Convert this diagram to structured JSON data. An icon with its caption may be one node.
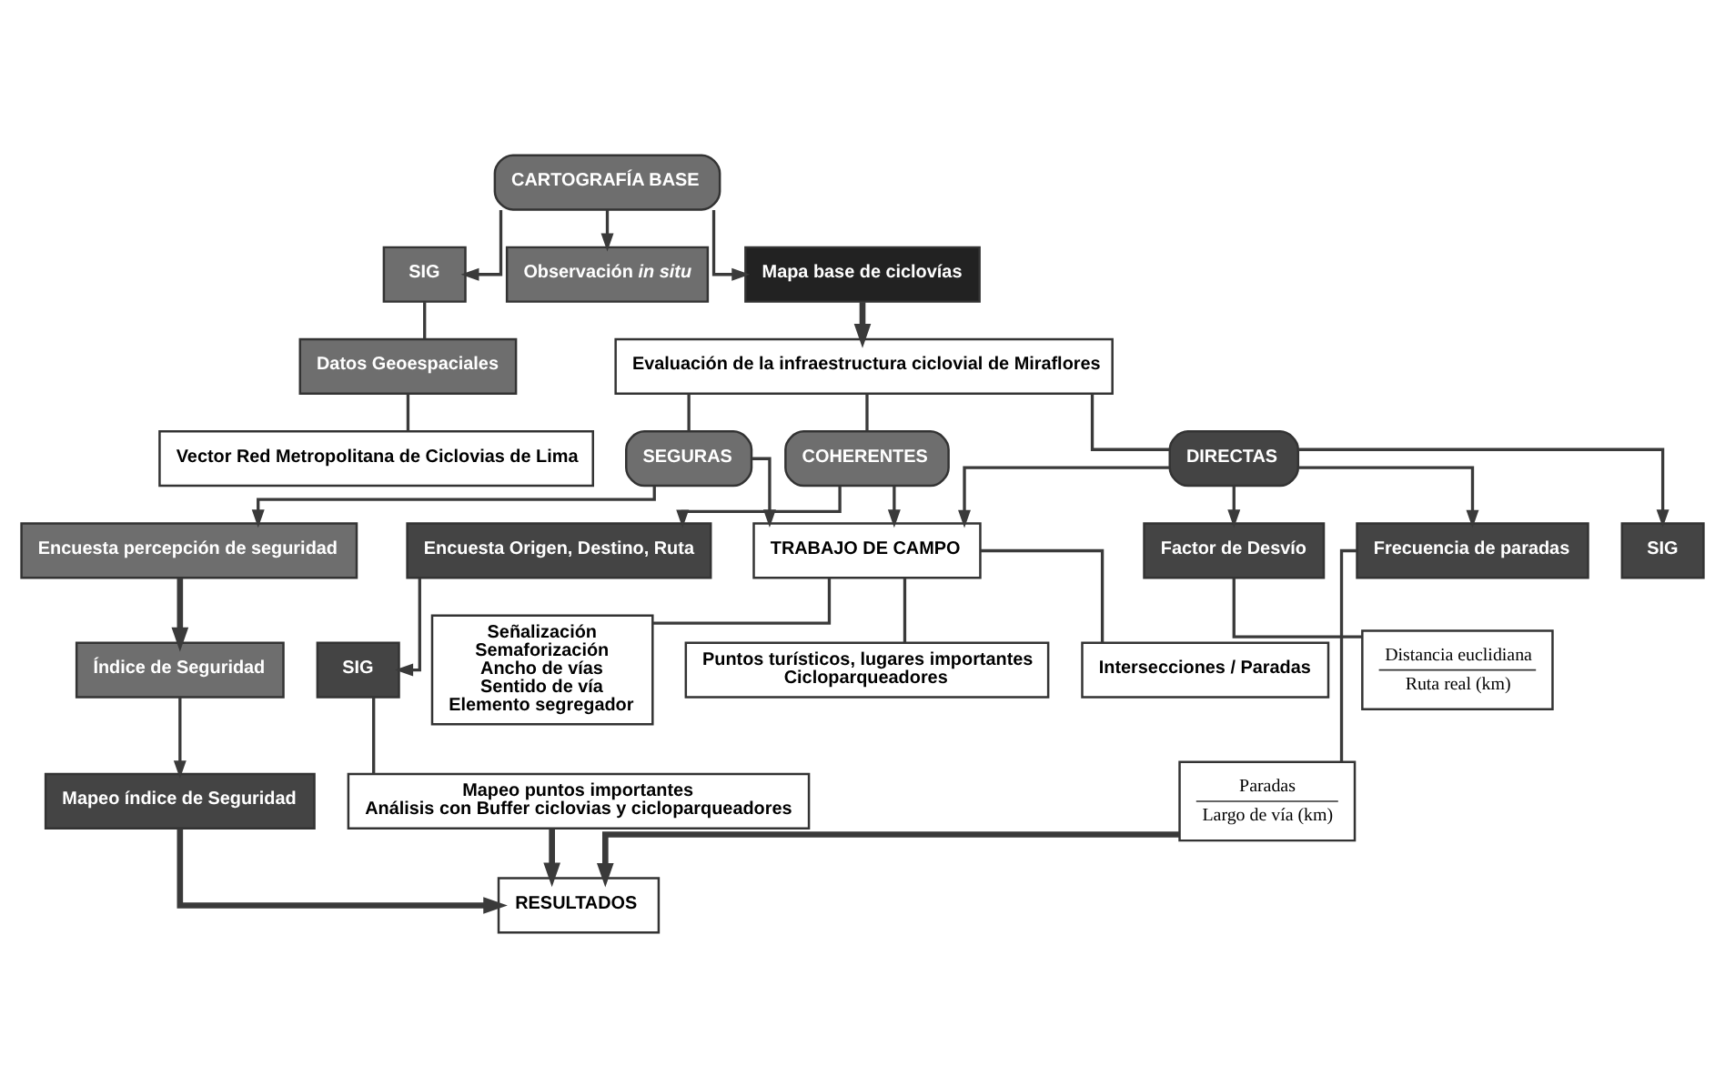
{
  "diagram": {
    "nodes": [
      {
        "text": [
          "CARTOGRAFÍA BASE"
        ]
      },
      {
        "text": [
          "SIG"
        ]
      },
      {
        "text": [
          "Datos Geoespaciales"
        ]
      },
      {
        "text": [
          "Vector Red Metropolitana de Ciclovias de Lima"
        ]
      },
      {
        "text": [
          "Observación *in situ*"
        ]
      },
      {
        "text": [
          "Mapa base de ciclovías"
        ]
      },
      {
        "text": [
          "Evaluación de la infraestructura ciclovial de Miraflores"
        ]
      },
      {
        "text": [
          "SEGURAS"
        ]
      },
      {
        "text": [
          "COHERENTES"
        ]
      },
      {
        "text": [
          "DIRECTAS"
        ]
      },
      {
        "text": [
          "TRABAJO DE CAMPO"
        ]
      },
      {
        "text": [
          "Señalización",
          "Semaforización",
          "Ancho de vías",
          "Sentido de vía",
          "Elemento segregador"
        ]
      },
      {
        "text": [
          "Puntos turísticos, lugares importantes",
          "Cicloparqueadores"
        ]
      },
      {
        "text": [
          "Intersecciones / Paradas"
        ]
      },
      {
        "text": [
          "SIG"
        ]
      },
      {
        "text": [
          "Encuesta percepción de seguridad"
        ]
      },
      {
        "text": [
          "Índice de Seguridad"
        ]
      },
      {
        "text": [
          "Mapeo índice de Seguridad"
        ]
      },
      {
        "text": [
          "Encuesta Origen, Destino, Ruta"
        ]
      },
      {
        "text": [
          "SIG"
        ]
      },
      {
        "text": [
          "Mapeo puntos importantes",
          "Análisis con Buffer ciclovias y cicloparqueadores"
        ]
      },
      {
        "text": [
          "Factor de Desvío"
        ]
      },
      {
        "text": [
          "Distancia euclidiana",
          "Ruta real (km)"
        ]
      },
      {
        "text": [
          "Frecuencia de paradas"
        ]
      },
      {
        "text": [
          "Paradas",
          "Largo de vía (km)"
        ]
      },
      {
        "text": [
          "RESULTADOS"
        ]
      }
    ],
    "edges": [
      {
        "from": 0,
        "to": 1,
        "arrow": "to"
      },
      {
        "from": 1,
        "to": 2,
        "arrow": "none"
      },
      {
        "from": 2,
        "to": 3,
        "arrow": "none"
      },
      {
        "from": 0,
        "to": 4,
        "arrow": "to"
      },
      {
        "from": 0,
        "to": 5,
        "arrow": "to"
      },
      {
        "from": 5,
        "to": 6,
        "arrow": "to",
        "style": "thick"
      },
      {
        "from": 6,
        "to": 7,
        "arrow": "none"
      },
      {
        "from": 6,
        "to": 8,
        "arrow": "none"
      },
      {
        "from": 6,
        "to": 9,
        "arrow": "none"
      },
      {
        "from": 7,
        "to": 10,
        "arrow": "to"
      },
      {
        "from": 8,
        "to": 10,
        "arrow": "to"
      },
      {
        "from": 9,
        "to": 10,
        "arrow": "to"
      },
      {
        "from": 10,
        "to": 11,
        "arrow": "none"
      },
      {
        "from": 10,
        "to": 12,
        "arrow": "none"
      },
      {
        "from": 10,
        "to": 13,
        "arrow": "none"
      },
      {
        "from": 9,
        "to": 14,
        "arrow": "to"
      },
      {
        "from": 7,
        "to": 15,
        "arrow": "to"
      },
      {
        "from": 15,
        "to": 16,
        "arrow": "to",
        "style": "thick"
      },
      {
        "from": 16,
        "to": 17,
        "arrow": "to"
      },
      {
        "from": 8,
        "to": 18,
        "arrow": "to"
      },
      {
        "from": 18,
        "to": 19,
        "arrow": "to"
      },
      {
        "from": 19,
        "to": 20,
        "arrow": "none"
      },
      {
        "from": 9,
        "to": 21,
        "arrow": "to"
      },
      {
        "from": 21,
        "to": 22,
        "arrow": "none"
      },
      {
        "from": 9,
        "to": 23,
        "arrow": "to"
      },
      {
        "from": 23,
        "to": 24,
        "arrow": "none"
      },
      {
        "from": 17,
        "to": 25,
        "arrow": "to",
        "style": "thick"
      },
      {
        "from": 20,
        "to": 25,
        "arrow": "to",
        "style": "thick"
      },
      {
        "from": 24,
        "to": 25,
        "arrow": "to",
        "style": "thick"
      }
    ]
  }
}
